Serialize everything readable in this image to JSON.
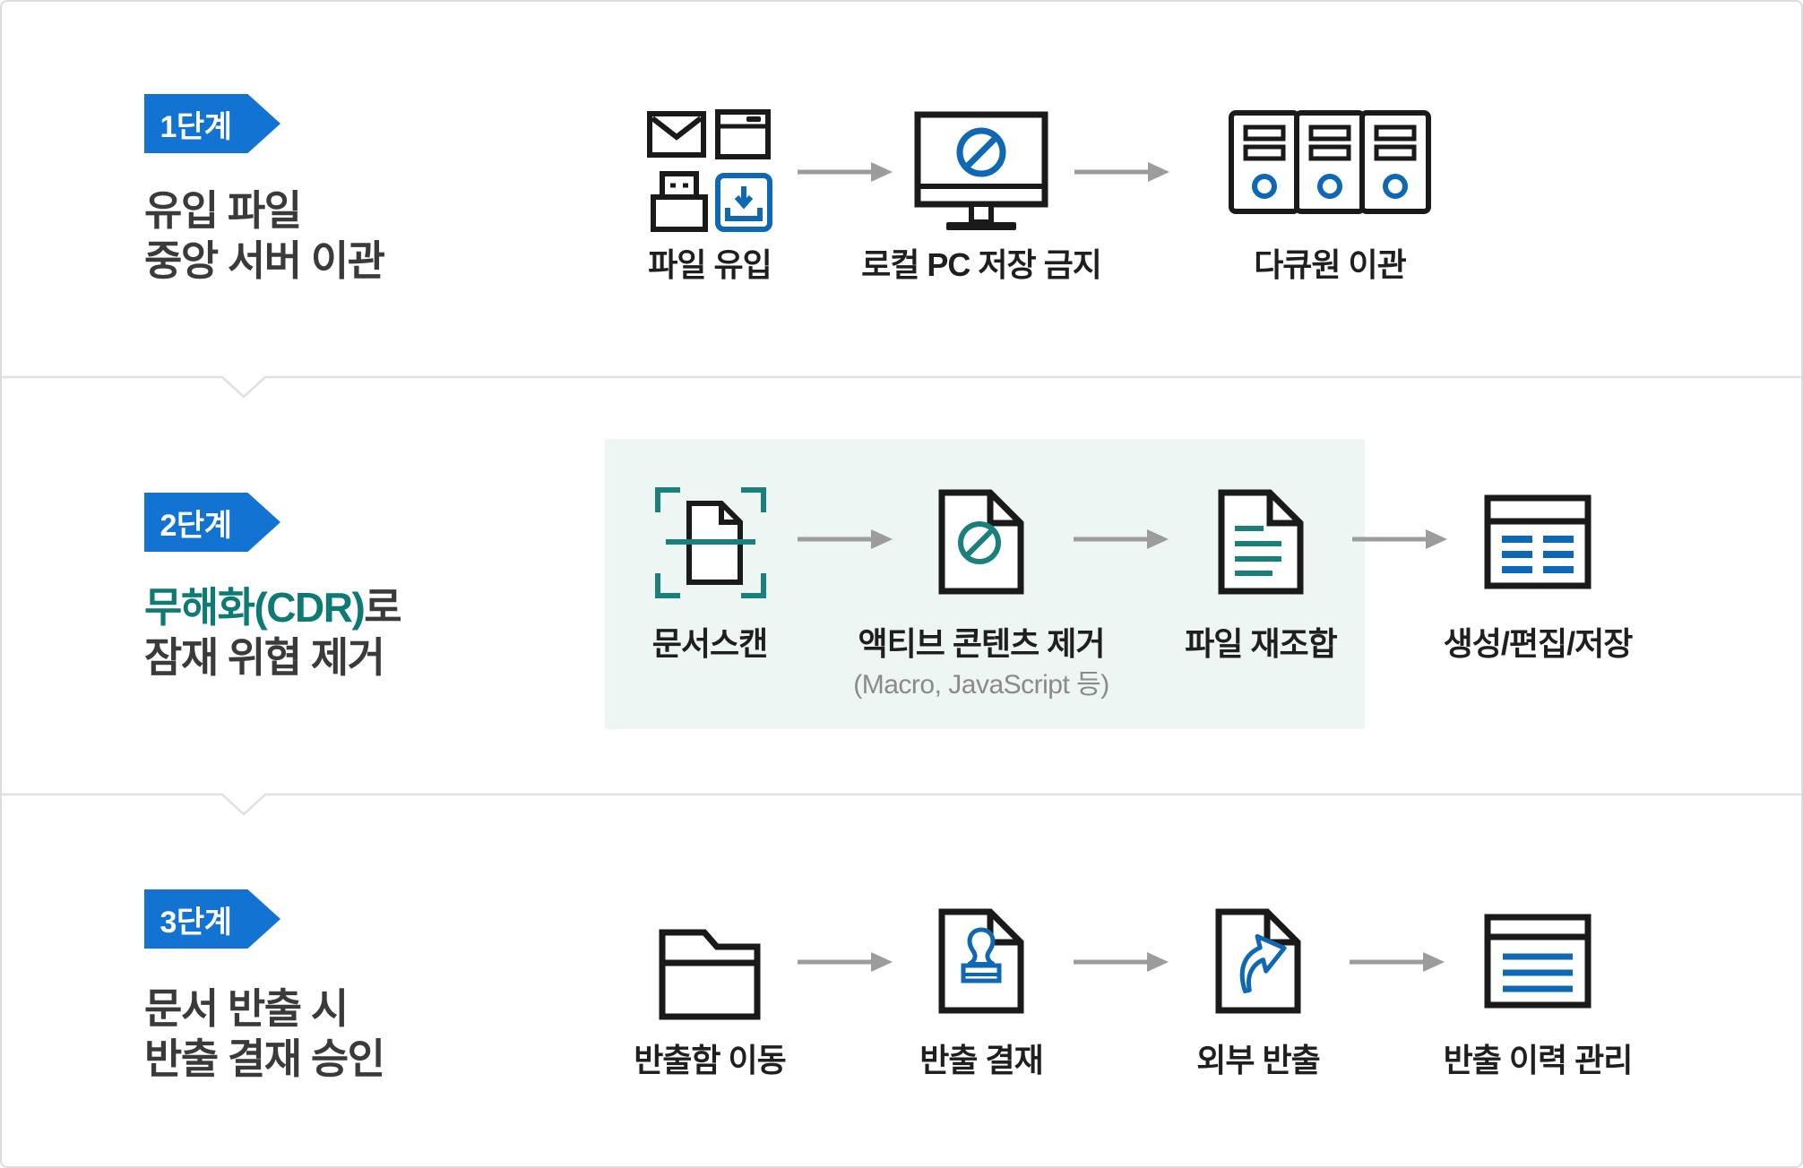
{
  "colors": {
    "badge_blue": "#1273d2",
    "icon_blue": "#0f68b4",
    "icon_black": "#1a1a1a",
    "icon_teal": "#19807c",
    "teal_text": "#0e7a74",
    "teal_background": "#edf6f3",
    "title_text": "#3a3a3a",
    "label_text": "#1f1f1f",
    "sublabel_text": "#8a8a8a",
    "arrow_gray": "#9c9c9c",
    "divider_gray": "#e0e0e0"
  },
  "steps": [
    {
      "badge": "1단계",
      "title_line1": "유입 파일",
      "title_line2": "중앙 서버 이관",
      "items": [
        {
          "icon": "file-inflow-icons",
          "label": "파일 유입"
        },
        {
          "icon": "monitor-block-icon",
          "label": "로컬 PC 저장 금지"
        },
        {
          "icon": "server-rack-icon",
          "label": "다큐원 이관"
        }
      ]
    },
    {
      "badge": "2단계",
      "title_line1_highlight": "무해화(CDR)",
      "title_line1_rest": "로",
      "title_line2": "잠재 위협 제거",
      "items": [
        {
          "icon": "document-scan-icon",
          "label": "문서스캔"
        },
        {
          "icon": "document-block-icon",
          "label": "액티브 콘텐츠 제거",
          "sublabel": "(Macro, JavaScript 등)"
        },
        {
          "icon": "document-lines-icon",
          "label": "파일 재조합"
        },
        {
          "icon": "window-grid-icon",
          "label": "생성/편집/저장"
        }
      ]
    },
    {
      "badge": "3단계",
      "title_line1": "문서 반출 시",
      "title_line2": "반출 결재 승인",
      "items": [
        {
          "icon": "folder-icon",
          "label": "반출함 이동"
        },
        {
          "icon": "document-stamp-icon",
          "label": "반출 결재"
        },
        {
          "icon": "document-share-icon",
          "label": "외부 반출"
        },
        {
          "icon": "window-lines-icon",
          "label": "반출 이력 관리"
        }
      ]
    }
  ]
}
